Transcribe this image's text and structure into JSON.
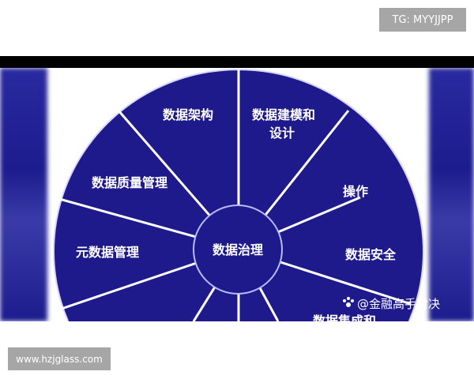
{
  "badge_top": "TG: MYYJJPP",
  "badge_bottom": "www.hzjglass.com",
  "diagram": {
    "center": "数据治理",
    "segments": [
      "数据架构",
      "数据建模和",
      "设计",
      "操作",
      "数据安全",
      "数据集成和",
      "元数据管理",
      "数据质量管理"
    ],
    "fill_color": "#1e1a8c",
    "line_color": "#ffffff"
  },
  "watermark": "@金融高手对决",
  "watermark_icon": "paw-icon"
}
